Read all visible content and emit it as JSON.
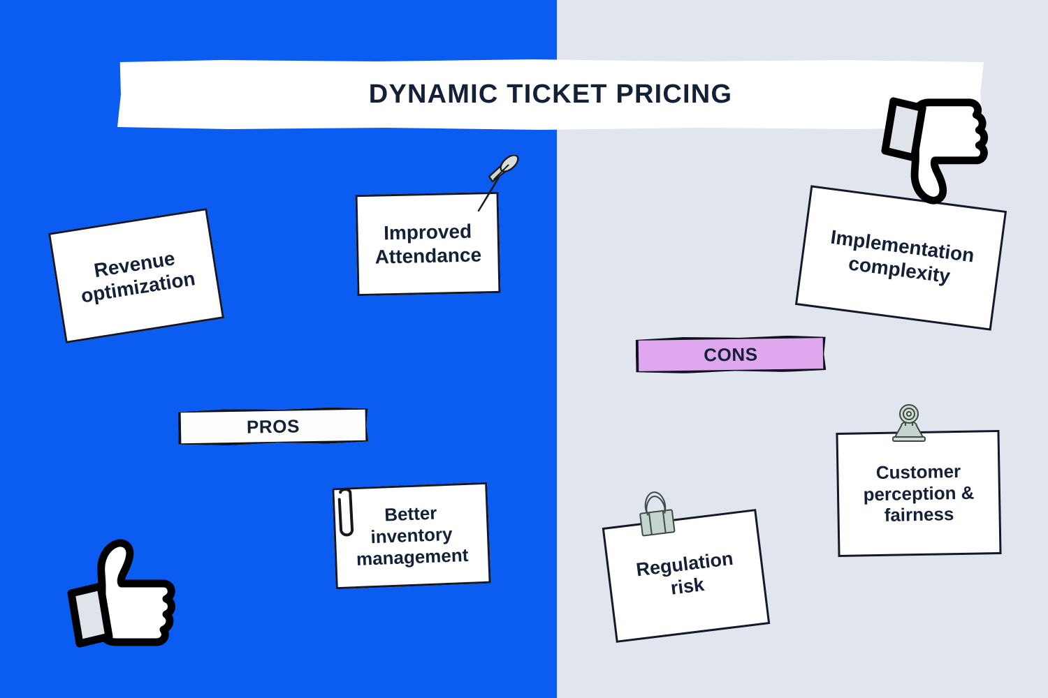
{
  "theme": {
    "pros_background": "#0b5cf0",
    "cons_background": "#e1e5ee",
    "ink": "#141f38",
    "cons_banner_fill": "#dfa8ee",
    "card_fill": "#ffffff",
    "clip_fill": "#c5d4cc"
  },
  "header": {
    "title": "DYNAMIC TICKET PRICING"
  },
  "pros": {
    "label": "PROS",
    "icon": "thumbs-up-icon",
    "cards": [
      {
        "id": "revenue",
        "text": "Revenue optimization",
        "attachment": "none"
      },
      {
        "id": "attendance",
        "text": "Improved Attendance",
        "attachment": "pushpin-icon"
      },
      {
        "id": "inventory",
        "text": "Better inventory management",
        "attachment": "paperclip-icon"
      }
    ]
  },
  "cons": {
    "label": "CONS",
    "icon": "thumbs-down-icon",
    "cards": [
      {
        "id": "implementation",
        "text": "Implementation complexity",
        "attachment": "none"
      },
      {
        "id": "perception",
        "text": "Customer perception & fairness",
        "attachment": "bulldog-clip-icon"
      },
      {
        "id": "regulation",
        "text": "Regulation risk",
        "attachment": "binder-clip-icon"
      }
    ]
  }
}
